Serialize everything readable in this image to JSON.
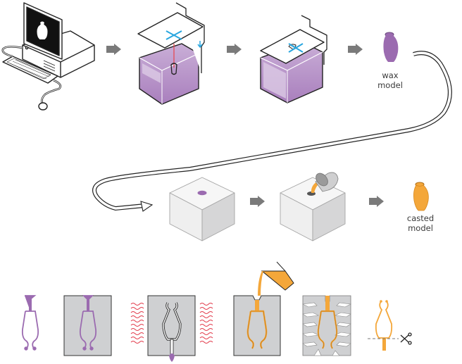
{
  "title": "Wax model to casted model process",
  "colors": {
    "wax": "#9b6bb0",
    "wax_light": "#d8c6e2",
    "wax_mid": "#b48cc4",
    "metal": "#f4a73a",
    "metal_outline": "#d8891f",
    "arrow": "#7a7a7a",
    "mold": "#cfd0d2",
    "cube_top": "#f6f6f6",
    "cube_left": "#efefef",
    "cube_right": "#d6d6d7",
    "laser": "#e8434a",
    "motion": "#29a6df",
    "heat": "#e23a4a",
    "outline": "#222222"
  },
  "steps_row1": [
    {
      "id": "computer",
      "caption": null
    },
    {
      "id": "print-start",
      "caption": null
    },
    {
      "id": "print-end",
      "caption": null
    },
    {
      "id": "wax-model",
      "caption": [
        "wax",
        "model"
      ]
    }
  ],
  "steps_row2": [
    {
      "id": "mold-block",
      "caption": null
    },
    {
      "id": "pouring",
      "caption": null
    },
    {
      "id": "casted-model",
      "caption": [
        "casted",
        "model"
      ]
    }
  ],
  "steps_row3": [
    {
      "id": "wax-tree"
    },
    {
      "id": "invested"
    },
    {
      "id": "dewax-heat"
    },
    {
      "id": "pour-metal"
    },
    {
      "id": "break-mold"
    },
    {
      "id": "cut-sprue"
    }
  ],
  "labels": {
    "wax_line1": "wax",
    "wax_line2": "model",
    "casted_line1": "casted",
    "casted_line2": "model"
  },
  "icons": {
    "cut": "scissors-icon"
  }
}
